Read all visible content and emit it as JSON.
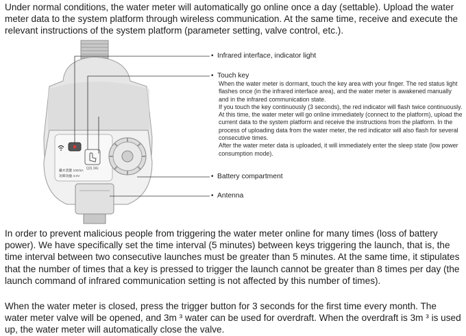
{
  "intro": "Under normal conditions, the water meter will automatically go online once a day (settable). Upload the water meter data to the system platform through wireless communication. At the same time, receive and execute the relevant instructions of the system platform (parameter setting, valve control, etc.).",
  "callouts": {
    "infrared": "Infrared interface, indicator light",
    "touch_title": "Touch key",
    "touch_desc": "When the water meter is dormant, touch the key area with your finger. The red status light flashes once (in the infrared interface area), and the water meter is awakened manually and in the infrared communication state.\nIf you touch the key continuously (3 seconds), the red indicator will flash twice continuously. At this time, the water meter will go online immediately (connect to the platform), upload the current data to the system platform and receive the instructions from the platform. In the process of uploading data from the water meter, the red indicator will also flash for several consecutive times.\nAfter the water meter data is uploaded, it will immediately enter the sleep state (low power consumption mode).",
    "battery": "Battery compartment",
    "antenna": "Antenna"
  },
  "body1": "In order to prevent malicious people from triggering the water meter online for many times (loss of battery power). We have specifically set the time interval (5 minutes) between keys triggering the launch, that is, the time interval between two consecutive launches must be greater than 5 minutes. At the same time, it stipulates that the number of times that a key is pressed to trigger the launch cannot be greater than 8 times per day (the launch command of infrared communication setting is not affected by this number of times).",
  "body2": "When the water meter is closed, press the trigger button for 3 seconds for the first time every month. The water meter valve will be opened, and 3m ³ water can be used for overdraft. When the overdraft is 3m ³ is used up, the water meter will automatically close the valve.",
  "meter_plate": {
    "line1": "最大流量 100/3A",
    "line2": "功率功能  3.0V",
    "key_label": "Q3( 2A)"
  }
}
